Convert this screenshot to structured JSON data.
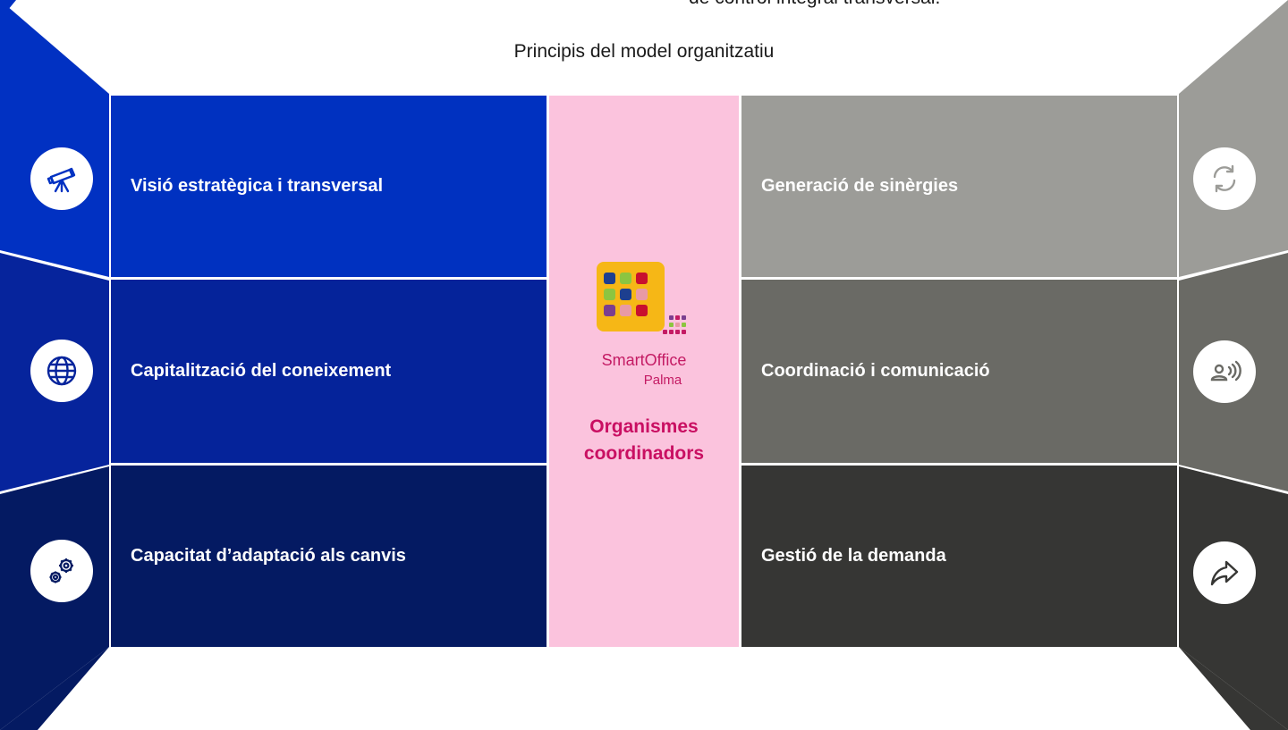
{
  "top_caption": "de control integral transversal.",
  "subtitle": "Principis del model organitzatiu",
  "left_items": [
    {
      "label": "Visió estratègica i transversal",
      "icon": "telescope-icon"
    },
    {
      "label": "Capitalització del coneixement",
      "icon": "globe-icon"
    },
    {
      "label": "Capacitat d’adaptació als canvis",
      "icon": "gears-icon"
    }
  ],
  "right_items": [
    {
      "label": "Generació de sinèrgies",
      "icon": "sync-icon"
    },
    {
      "label": "Coordinació i comunicació",
      "icon": "speaker-icon"
    },
    {
      "label": "Gestió de la demanda",
      "icon": "share-arrow-icon"
    }
  ],
  "center": {
    "brand_line1": "SmartOffice",
    "brand_line2": "Palma",
    "title_line1": "Organismes",
    "title_line2": "coordinadors"
  },
  "colors": {
    "left": [
      "#0031c0",
      "#05239a",
      "#041a62"
    ],
    "right": [
      "#9c9c98",
      "#6a6a65",
      "#363634"
    ],
    "center": "#fbc3dd",
    "accent": "#c90f62"
  }
}
